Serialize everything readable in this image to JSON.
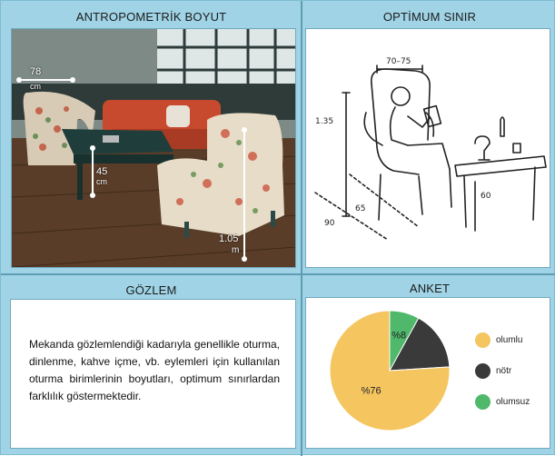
{
  "panels": {
    "antropometrik": {
      "title": "ANTROPOMETRİK BOYUT",
      "measurements": {
        "armchair_width": "78",
        "armchair_width_unit": "cm",
        "table_height": "45",
        "table_height_unit": "cm",
        "chair_height": "1.05",
        "chair_height_unit": "m"
      }
    },
    "optimum": {
      "title": "OPTİMUM SINIR",
      "dimensions": {
        "top": "70–75",
        "height": "1.35",
        "seat": "65",
        "depth": "90",
        "table": "60"
      }
    },
    "gozlem": {
      "title": "GÖZLEM",
      "text": "Mekanda gözlemlendiği kadarıyla genellikle oturma, dinlenme, kahve içme, vb. eylemleri için kullanılan oturma birimlerinin boyutları, optimum sınırlardan farklılık göstermektedir."
    },
    "anket": {
      "title": "ANKET"
    }
  },
  "chart_data": {
    "type": "pie",
    "slices": [
      {
        "name": "olumlu",
        "value": 76,
        "label": "%76",
        "color": "#f5c55f"
      },
      {
        "name": "nötr",
        "value": 16,
        "label": "",
        "color": "#3a3a3a"
      },
      {
        "name": "olumsuz",
        "value": 8,
        "label": "%8",
        "color": "#4fb86b"
      }
    ],
    "legend": [
      "olumlu",
      "nötr",
      "olumsuz"
    ],
    "legend_position": "right"
  }
}
